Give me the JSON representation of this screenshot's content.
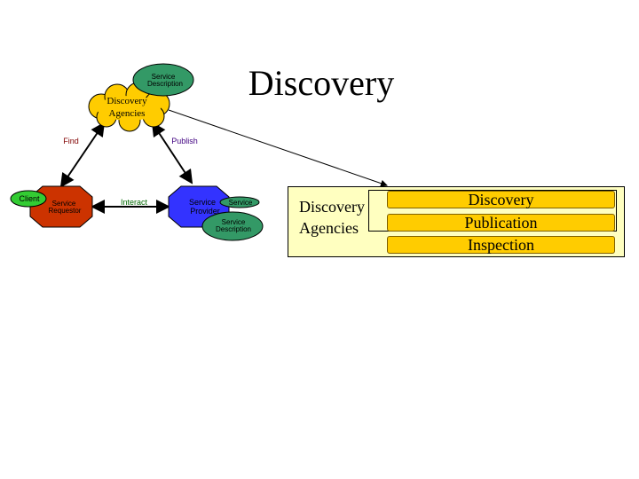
{
  "slide": {
    "title": "Discovery"
  },
  "diagram": {
    "nodes": {
      "discovery_agencies": {
        "line1": "Discovery",
        "line2": "Agencies",
        "color": "#ffcc00"
      },
      "agency_service_description": {
        "line1": "Service",
        "line2": "Description",
        "color": "#339966"
      },
      "service_requestor": {
        "line1": "Service",
        "line2": "Requestor",
        "color": "#cc3300"
      },
      "client": {
        "label": "Client",
        "color": "#33cc33"
      },
      "service_provider": {
        "line1": "Service",
        "line2": "Provider",
        "color": "#3333ff"
      },
      "service": {
        "label": "Service",
        "color": "#339966"
      },
      "provider_service_description": {
        "line1": "Service",
        "line2": "Description",
        "color": "#339966"
      }
    },
    "edges": {
      "find": "Find",
      "publish": "Publish",
      "interact": "Interact"
    }
  },
  "panel": {
    "label_line1": "Discovery",
    "label_line2": "Agencies",
    "layers": [
      "Discovery",
      "Publication",
      "Inspection"
    ],
    "background": "#ffffc0",
    "bar_color": "#ffcc00"
  }
}
